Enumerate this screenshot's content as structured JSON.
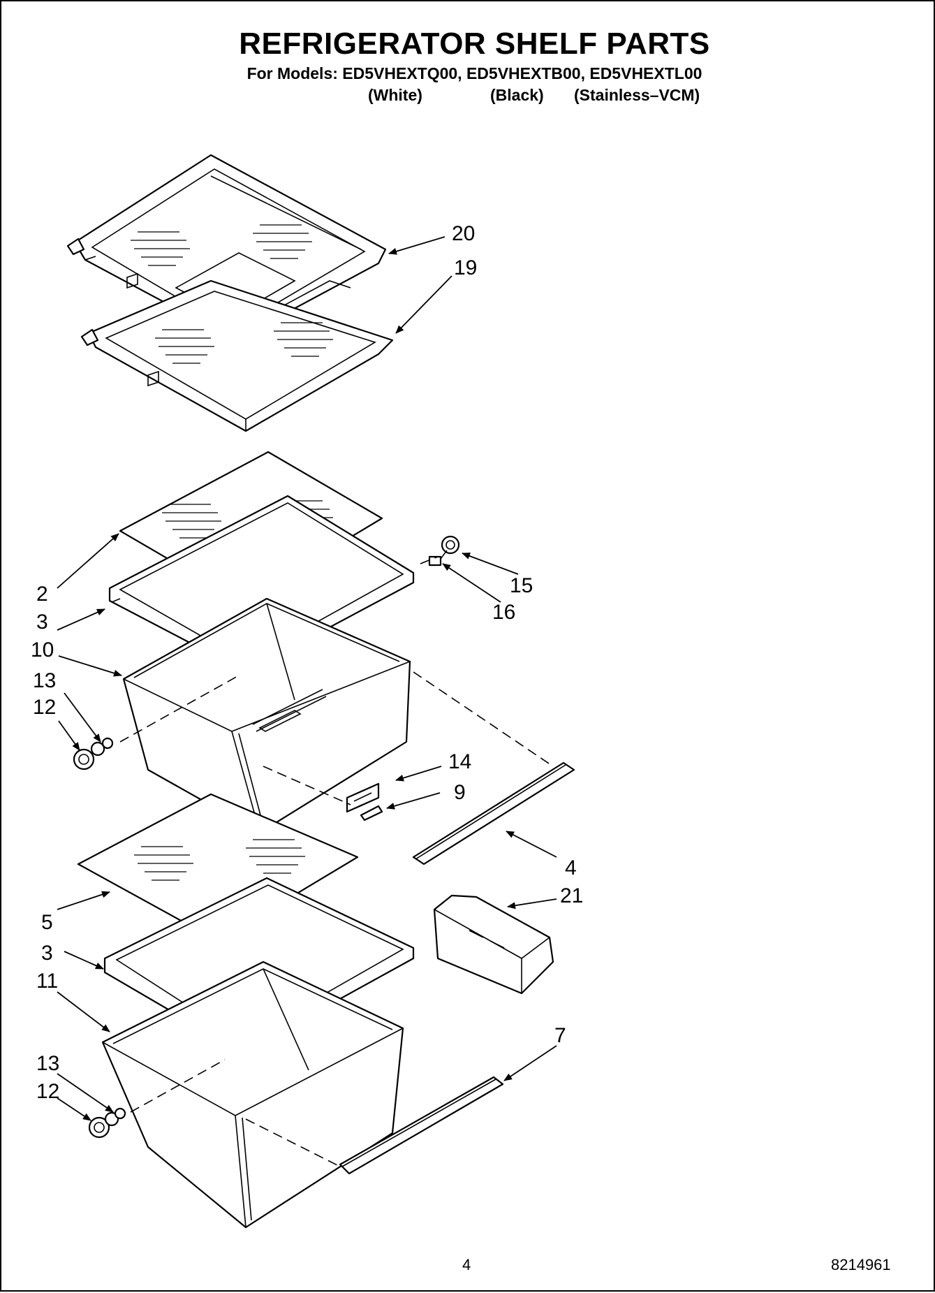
{
  "header": {
    "title": "REFRIGERATOR SHELF PARTS",
    "models_line": "For Models: ED5VHEXTQ00, ED5VHEXTB00, ED5VHEXTL00",
    "variants": [
      "(White)",
      "(Black)",
      "(Stainless–VCM)"
    ]
  },
  "callouts": {
    "c20": "20",
    "c19": "19",
    "c15": "15",
    "c16": "16",
    "c2": "2",
    "c3a": "3",
    "c10": "10",
    "c13a": "13",
    "c12a": "12",
    "c14": "14",
    "c9": "9",
    "c4": "4",
    "c21": "21",
    "c5": "5",
    "c3b": "3",
    "c11": "11",
    "c7": "7",
    "c13b": "13",
    "c12b": "12"
  },
  "footer": {
    "page_number": "4",
    "document_number": "8214961"
  }
}
